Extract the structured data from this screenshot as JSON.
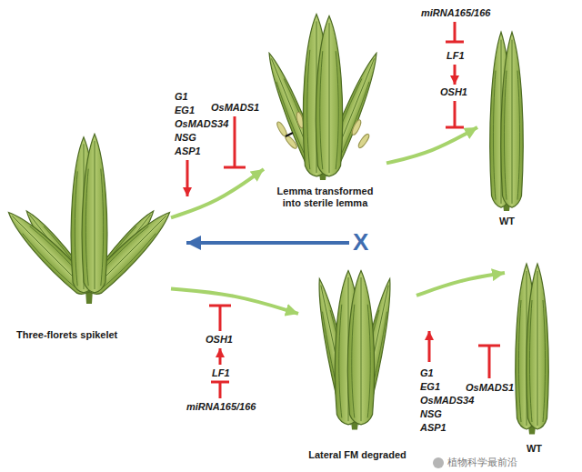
{
  "diagram": {
    "nodes": [
      {
        "text": [
          "Three-florets spikelet"
        ]
      },
      {
        "text": [
          "Lemma transformed into sterile lemma"
        ]
      },
      {
        "text": [
          "WT"
        ]
      },
      {
        "text": [
          "Lateral FM degraded"
        ]
      },
      {
        "text": [
          "WT"
        ]
      }
    ],
    "edges": [
      {
        "from": 0,
        "to": 1,
        "arrow": "to"
      },
      {
        "from": 1,
        "to": 2,
        "arrow": "to"
      },
      {
        "from": 0,
        "to": 3,
        "arrow": "to"
      },
      {
        "from": 3,
        "to": 4,
        "arrow": "to"
      }
    ],
    "labels": [
      "G1",
      "EG1",
      "OsMADS34",
      "NSG",
      "ASP1",
      "OsMADS1",
      "miRNA165/166",
      "LF1",
      "OSH1",
      "X",
      "OSH1",
      "LF1",
      "miRNA165/166",
      "G1",
      "EG1",
      "OsMADS34",
      "NSG",
      "ASP1",
      "OsMADS1",
      "植物科学最前沿"
    ]
  }
}
